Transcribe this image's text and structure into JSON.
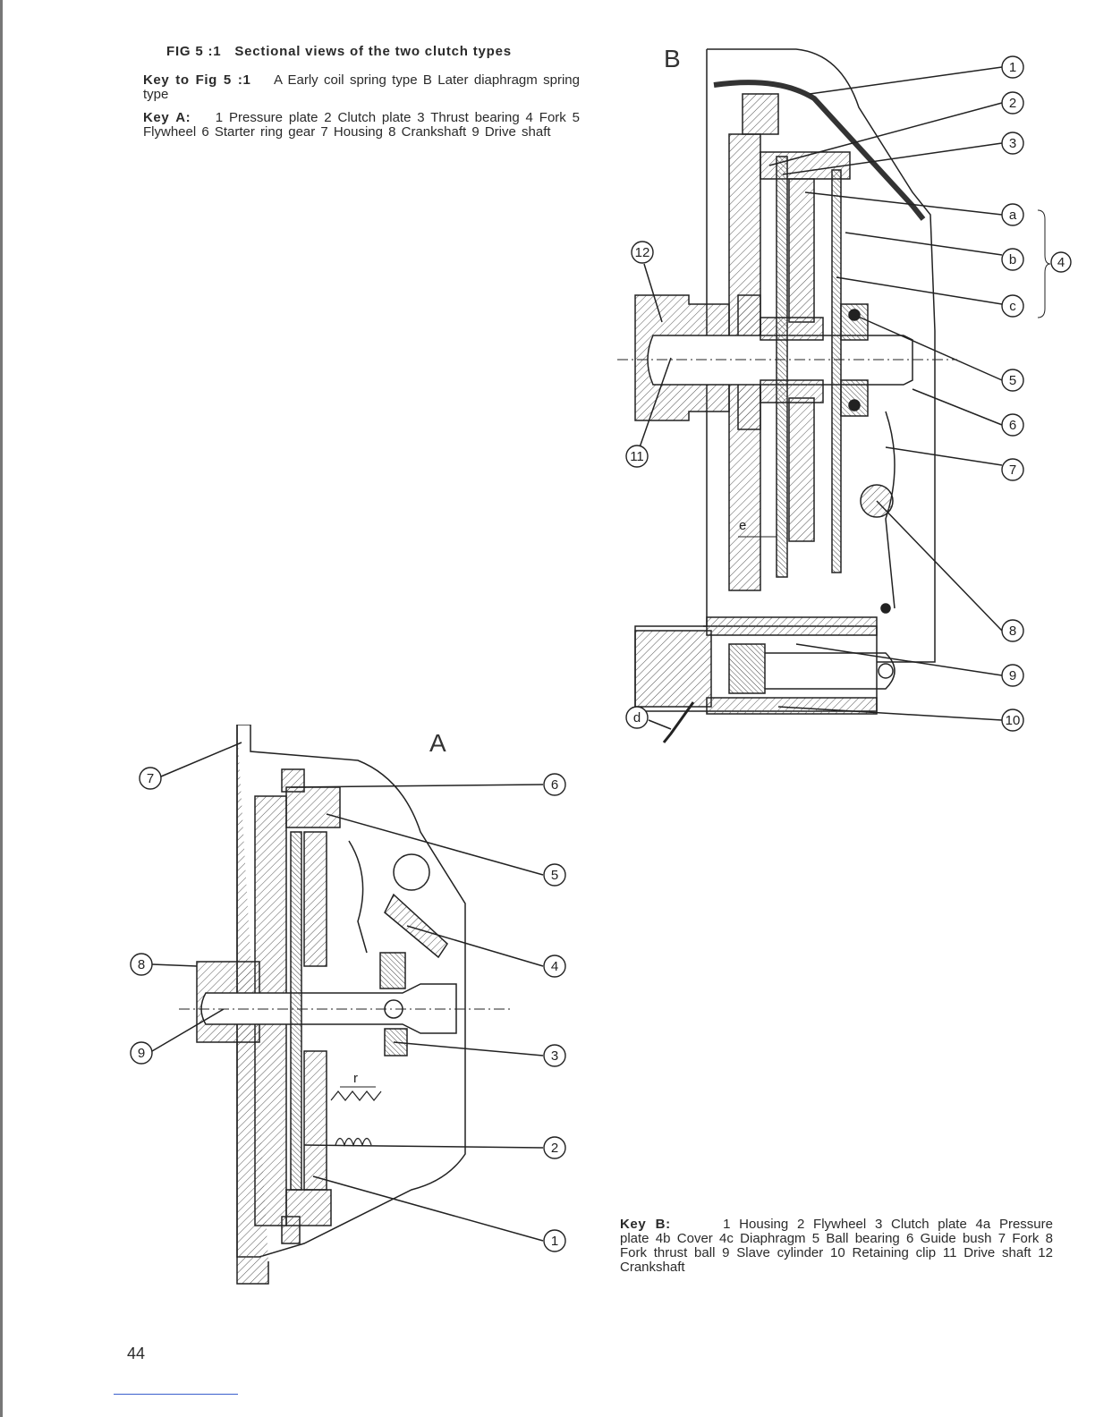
{
  "figure": {
    "title_prefix": "FIG 5 :1",
    "title_text": "Sectional views of the two clutch types",
    "key_fig_label": "Key to Fig 5 :1",
    "key_fig_text": "A Early coil spring type     B Later diaphragm spring type",
    "key_a_label": "Key A:",
    "key_a_text": "1 Pressure plate   2 Clutch plate   3 Thrust bearing   4 Fork   5 Flywheel   6 Starter ring gear   7 Housing   8 Crankshaft   9 Drive shaft"
  },
  "diagram_a": {
    "letter": "A",
    "callouts": [
      "7",
      "6",
      "5",
      "4",
      "8",
      "9",
      "3",
      "2",
      "1"
    ],
    "dimension_label": "r"
  },
  "diagram_b": {
    "letter": "B",
    "callouts": [
      "1",
      "2",
      "3",
      "a",
      "b",
      "c",
      "4",
      "5",
      "6",
      "7",
      "8",
      "9",
      "10",
      "11",
      "12",
      "d"
    ],
    "dimension_label": "e"
  },
  "key_b": {
    "label": "Key B:",
    "text": "1 Housing    2 Flywheel    3 Clutch plate   4a Pressure plate    4b Cover    4c Diaphragm    5 Ball bearing    6 Guide bush    7 Fork    8 Fork thrust ball   9 Slave cylinder    10 Retaining clip    11 Drive shaft   12 Crankshaft"
  },
  "page": {
    "number": "44"
  }
}
